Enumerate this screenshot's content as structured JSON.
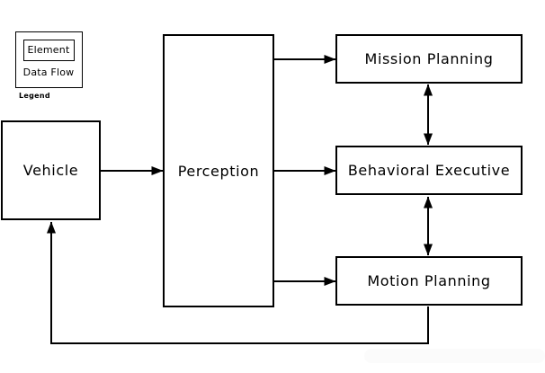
{
  "legend": {
    "title": "Legend",
    "element_label": "Element",
    "data_flow_label": "Data Flow"
  },
  "nodes": {
    "vehicle": {
      "label": "Vehicle"
    },
    "perception": {
      "label": "Perception"
    },
    "mission_planning": {
      "label": "Mission Planning"
    },
    "behavioral_executive": {
      "label": "Behavioral Executive"
    },
    "motion_planning": {
      "label": "Motion Planning"
    }
  },
  "edges": [
    {
      "from": "vehicle",
      "to": "perception",
      "style": "arrow"
    },
    {
      "from": "perception",
      "to": "mission_planning",
      "style": "arrow"
    },
    {
      "from": "perception",
      "to": "behavioral_executive",
      "style": "arrow"
    },
    {
      "from": "perception",
      "to": "motion_planning",
      "style": "arrow"
    },
    {
      "from": "mission_planning",
      "to": "behavioral_executive",
      "style": "double-arrow"
    },
    {
      "from": "behavioral_executive",
      "to": "motion_planning",
      "style": "double-arrow"
    },
    {
      "from": "motion_planning",
      "to": "vehicle",
      "style": "arrow-feedback-loop"
    }
  ],
  "colors": {
    "background": "#ffffff",
    "stroke": "#000000",
    "text": "#000000"
  }
}
